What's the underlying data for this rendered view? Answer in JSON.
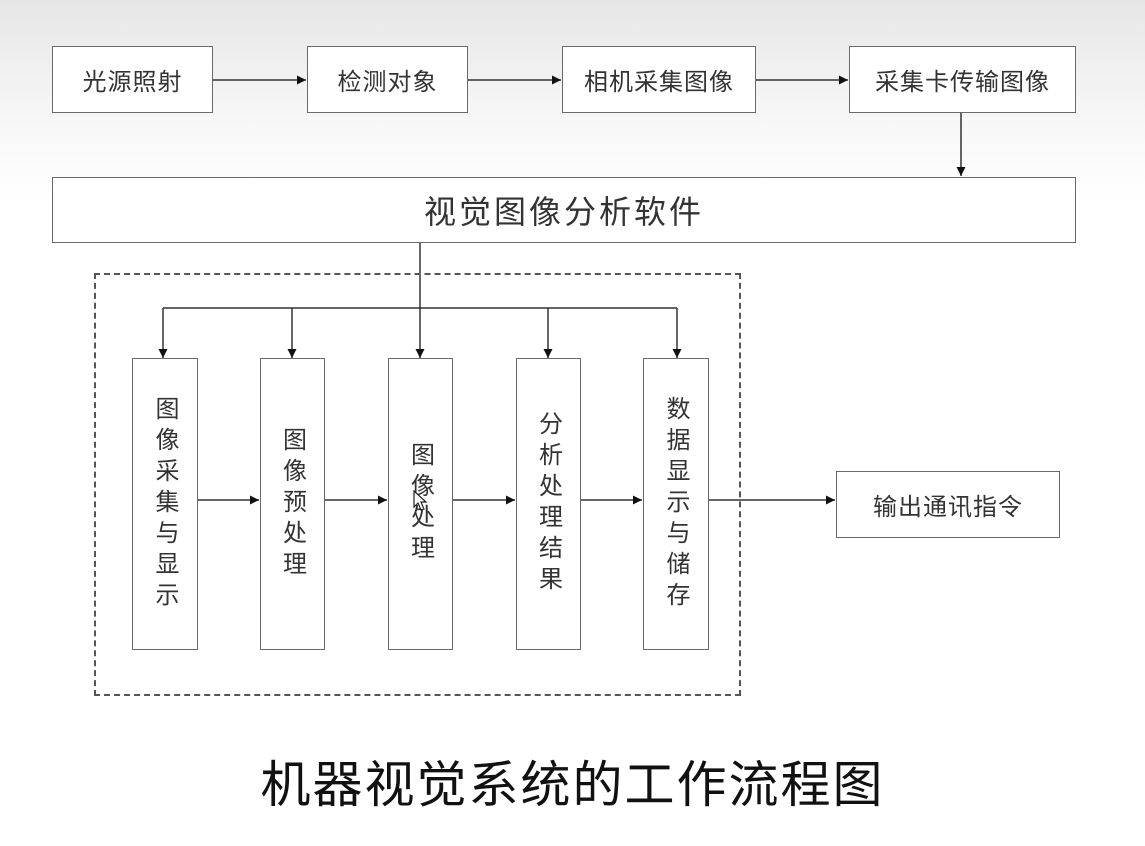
{
  "diagram": {
    "top_row": [
      "光源照射",
      "检测对象",
      "相机采集图像",
      "采集卡传输图像"
    ],
    "software": "视觉图像分析软件",
    "steps": [
      "图像采集与显示",
      "图像预处理",
      "图像处理",
      "分析处理结果",
      "数据显示与储存"
    ],
    "output": "输出通讯指令"
  },
  "caption": "机器视觉系统的工作流程图"
}
